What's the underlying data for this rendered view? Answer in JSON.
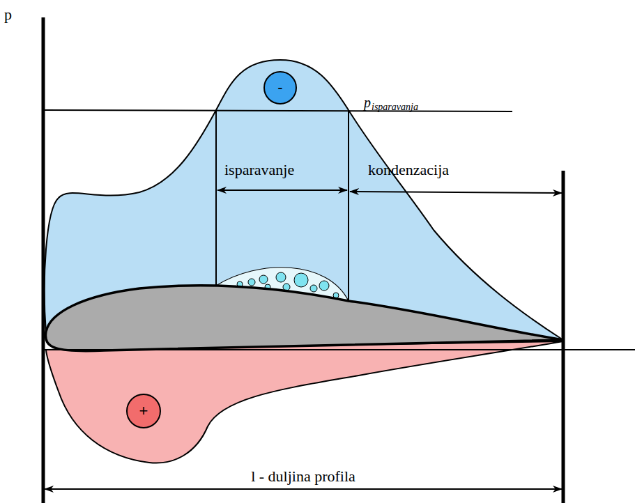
{
  "diagram": {
    "nodes": [
      {
        "text": [
          "-"
        ]
      },
      {
        "text": [
          "+"
        ]
      }
    ],
    "labels": [
      "p",
      "p",
      "isparavanja",
      "isparavanje",
      "kondenzacija",
      "l - duljina profila"
    ]
  }
}
